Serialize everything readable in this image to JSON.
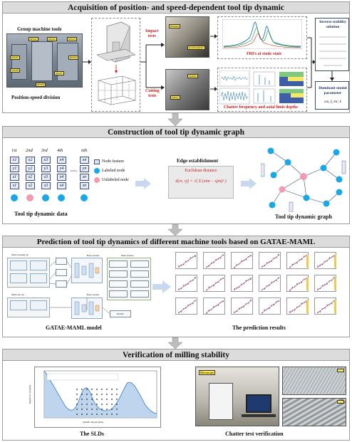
{
  "sections": [
    {
      "title": "Acquisition of position- and speed-dependent tool tip dynamic"
    },
    {
      "title": "Construction of tool tip dynamic graph"
    },
    {
      "title": "Prediction of tool tip dynamics of different machine tools based on GATAE-MAML"
    },
    {
      "title": "Verification of milling stability"
    }
  ],
  "s1": {
    "group_label": "Group machine tools",
    "division_label": "Position-speed division",
    "machine_tags": [
      "MT-01",
      "MT-02",
      "MT-03",
      "MT-04",
      "MT-05",
      "MT-06",
      "MT-07",
      "MT-08"
    ],
    "impact_label": "Impact\ntests",
    "cutting_label": "Cutting\ntests",
    "frf_label": "FRFs at static state",
    "chatter_label": "Chatter frequency and axial limit depths",
    "inverse_title": "Inverse stability\nsolution",
    "modal_title": "Dominant modal\nparameter",
    "modal_params": "ωn, ξ, mc, k",
    "photo_tags": [
      "Hammer",
      "Accelerometer",
      "Spindle",
      "Sensor"
    ]
  },
  "s2": {
    "col_headers": [
      "1st",
      "2nd",
      "3rd",
      "4th",
      "nth"
    ],
    "col_vars": [
      [
        "x1",
        "y1",
        "z1",
        "s1"
      ],
      [
        "x2",
        "y2",
        "z2",
        "s2"
      ],
      [
        "x3",
        "y3",
        "z3",
        "s3"
      ],
      [
        "x4",
        "y4",
        "z4",
        "s4"
      ],
      [
        "xn",
        "yn",
        "zn",
        "sn"
      ]
    ],
    "legend": [
      "Node feature",
      "Labeled node",
      "Unlabeled node"
    ],
    "data_label": "Tool tip dynamic data",
    "edge_title": "Edge establishment",
    "distance_title": "Euclidean distance",
    "formula": "d(vi, vj) = √( Σ (xim − xjm)² )",
    "graph_label": "Tool tip dynamic graph"
  },
  "s3": {
    "model_label": "GATAE-MAML model",
    "results_label": "The prediction results",
    "meta_train": "Meta-training set",
    "meta_test": "Meta-test set",
    "base_learner": "Base learner",
    "meta_learner": "Meta learner",
    "predict": "Predict"
  },
  "s4": {
    "sld_label": "The SLDs",
    "chatter_label": "Chatter test verification",
    "microscope_tag": "Microscope",
    "xlabel": "Spindle Speed (rpm)",
    "ylabel": "Depth of cut (mm)"
  },
  "colors": {
    "node_blue": "#19a7e8",
    "node_pink": "#f19bb0",
    "header_bg": "#dcdcdc",
    "arrow_gray": "#bdbdbd",
    "chart_blue": "#2c7fd0"
  }
}
